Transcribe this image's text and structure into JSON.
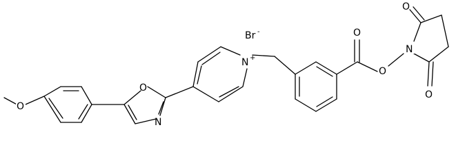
{
  "structure": {
    "atoms": {
      "br": "Br",
      "n_pyridinium": "N",
      "o_oxazole": "O",
      "n_oxazole": "N",
      "o_methoxy": "O",
      "o_carbonyl_ester": "O",
      "o_ester": "O",
      "n_imide": "N",
      "o_imide_top": "O",
      "o_imide_bottom": "O"
    },
    "charges": {
      "br_charge": "-",
      "n_pyridinium_charge": "+"
    }
  }
}
